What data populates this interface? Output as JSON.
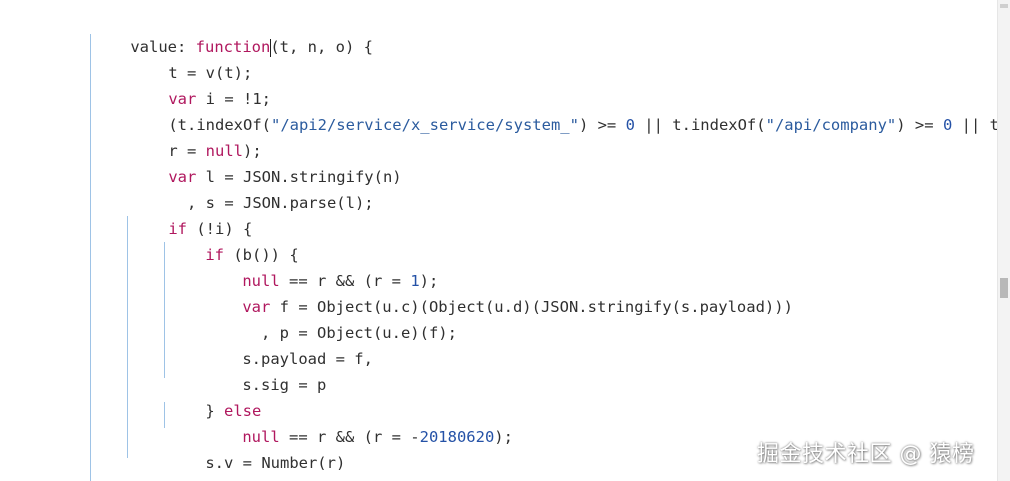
{
  "code": {
    "line01": {
      "p1": "value: ",
      "fn": "function",
      "p2": "(t, n, o) {"
    },
    "line02": {
      "p1": "t = v(t);"
    },
    "line03": {
      "kw": "var",
      "p1": " i = !1;"
    },
    "line04": {
      "p1": "(t.indexOf(",
      "s1": "\"/api2/service/x_service/system_\"",
      "p2": ") >= ",
      "n1": "0",
      "p3": " || t.indexOf(",
      "s2": "\"/api/company\"",
      "p4": ") >= ",
      "n2": "0",
      "p5": " || t.inc"
    },
    "line05": {
      "p1": "r = ",
      "kw": "null",
      "p2": ");"
    },
    "line06": {
      "kw": "var",
      "p1": " l = JSON.stringify(n)"
    },
    "line07": {
      "p1": "  , s = JSON.parse(l);"
    },
    "line08": {
      "kw": "if",
      "p1": " (!i) {"
    },
    "line09": {
      "kw": "if",
      "p1": " (b()) {"
    },
    "line10": {
      "kw": "null",
      "p1": " == r && (r = ",
      "n1": "1",
      "p2": ");"
    },
    "line11": {
      "kw": "var",
      "p1": " f = Object(u.c)(Object(u.d)(JSON.stringify(s.payload)))"
    },
    "line12": {
      "p1": "  , p = Object(u.e)(f);"
    },
    "line13": {
      "p1": "s.payload = f,"
    },
    "line14": {
      "p1": "s.sig = p"
    },
    "line15": {
      "p1": "} ",
      "kw": "else"
    },
    "line16": {
      "kw": "null",
      "p1": " == r && (r = -",
      "n1": "20180620",
      "p2": ");"
    },
    "line17": {
      "p1": "s.v = Number(r)"
    },
    "line18": {
      "p1": "}"
    }
  },
  "watermark": "掘金技术社区 @ 猿榜",
  "colors": {
    "keyword": "#b0175e",
    "number": "#2451a6",
    "string": "#2b5b9e",
    "text": "#303030",
    "indent_guide": "#9ec3e6"
  }
}
